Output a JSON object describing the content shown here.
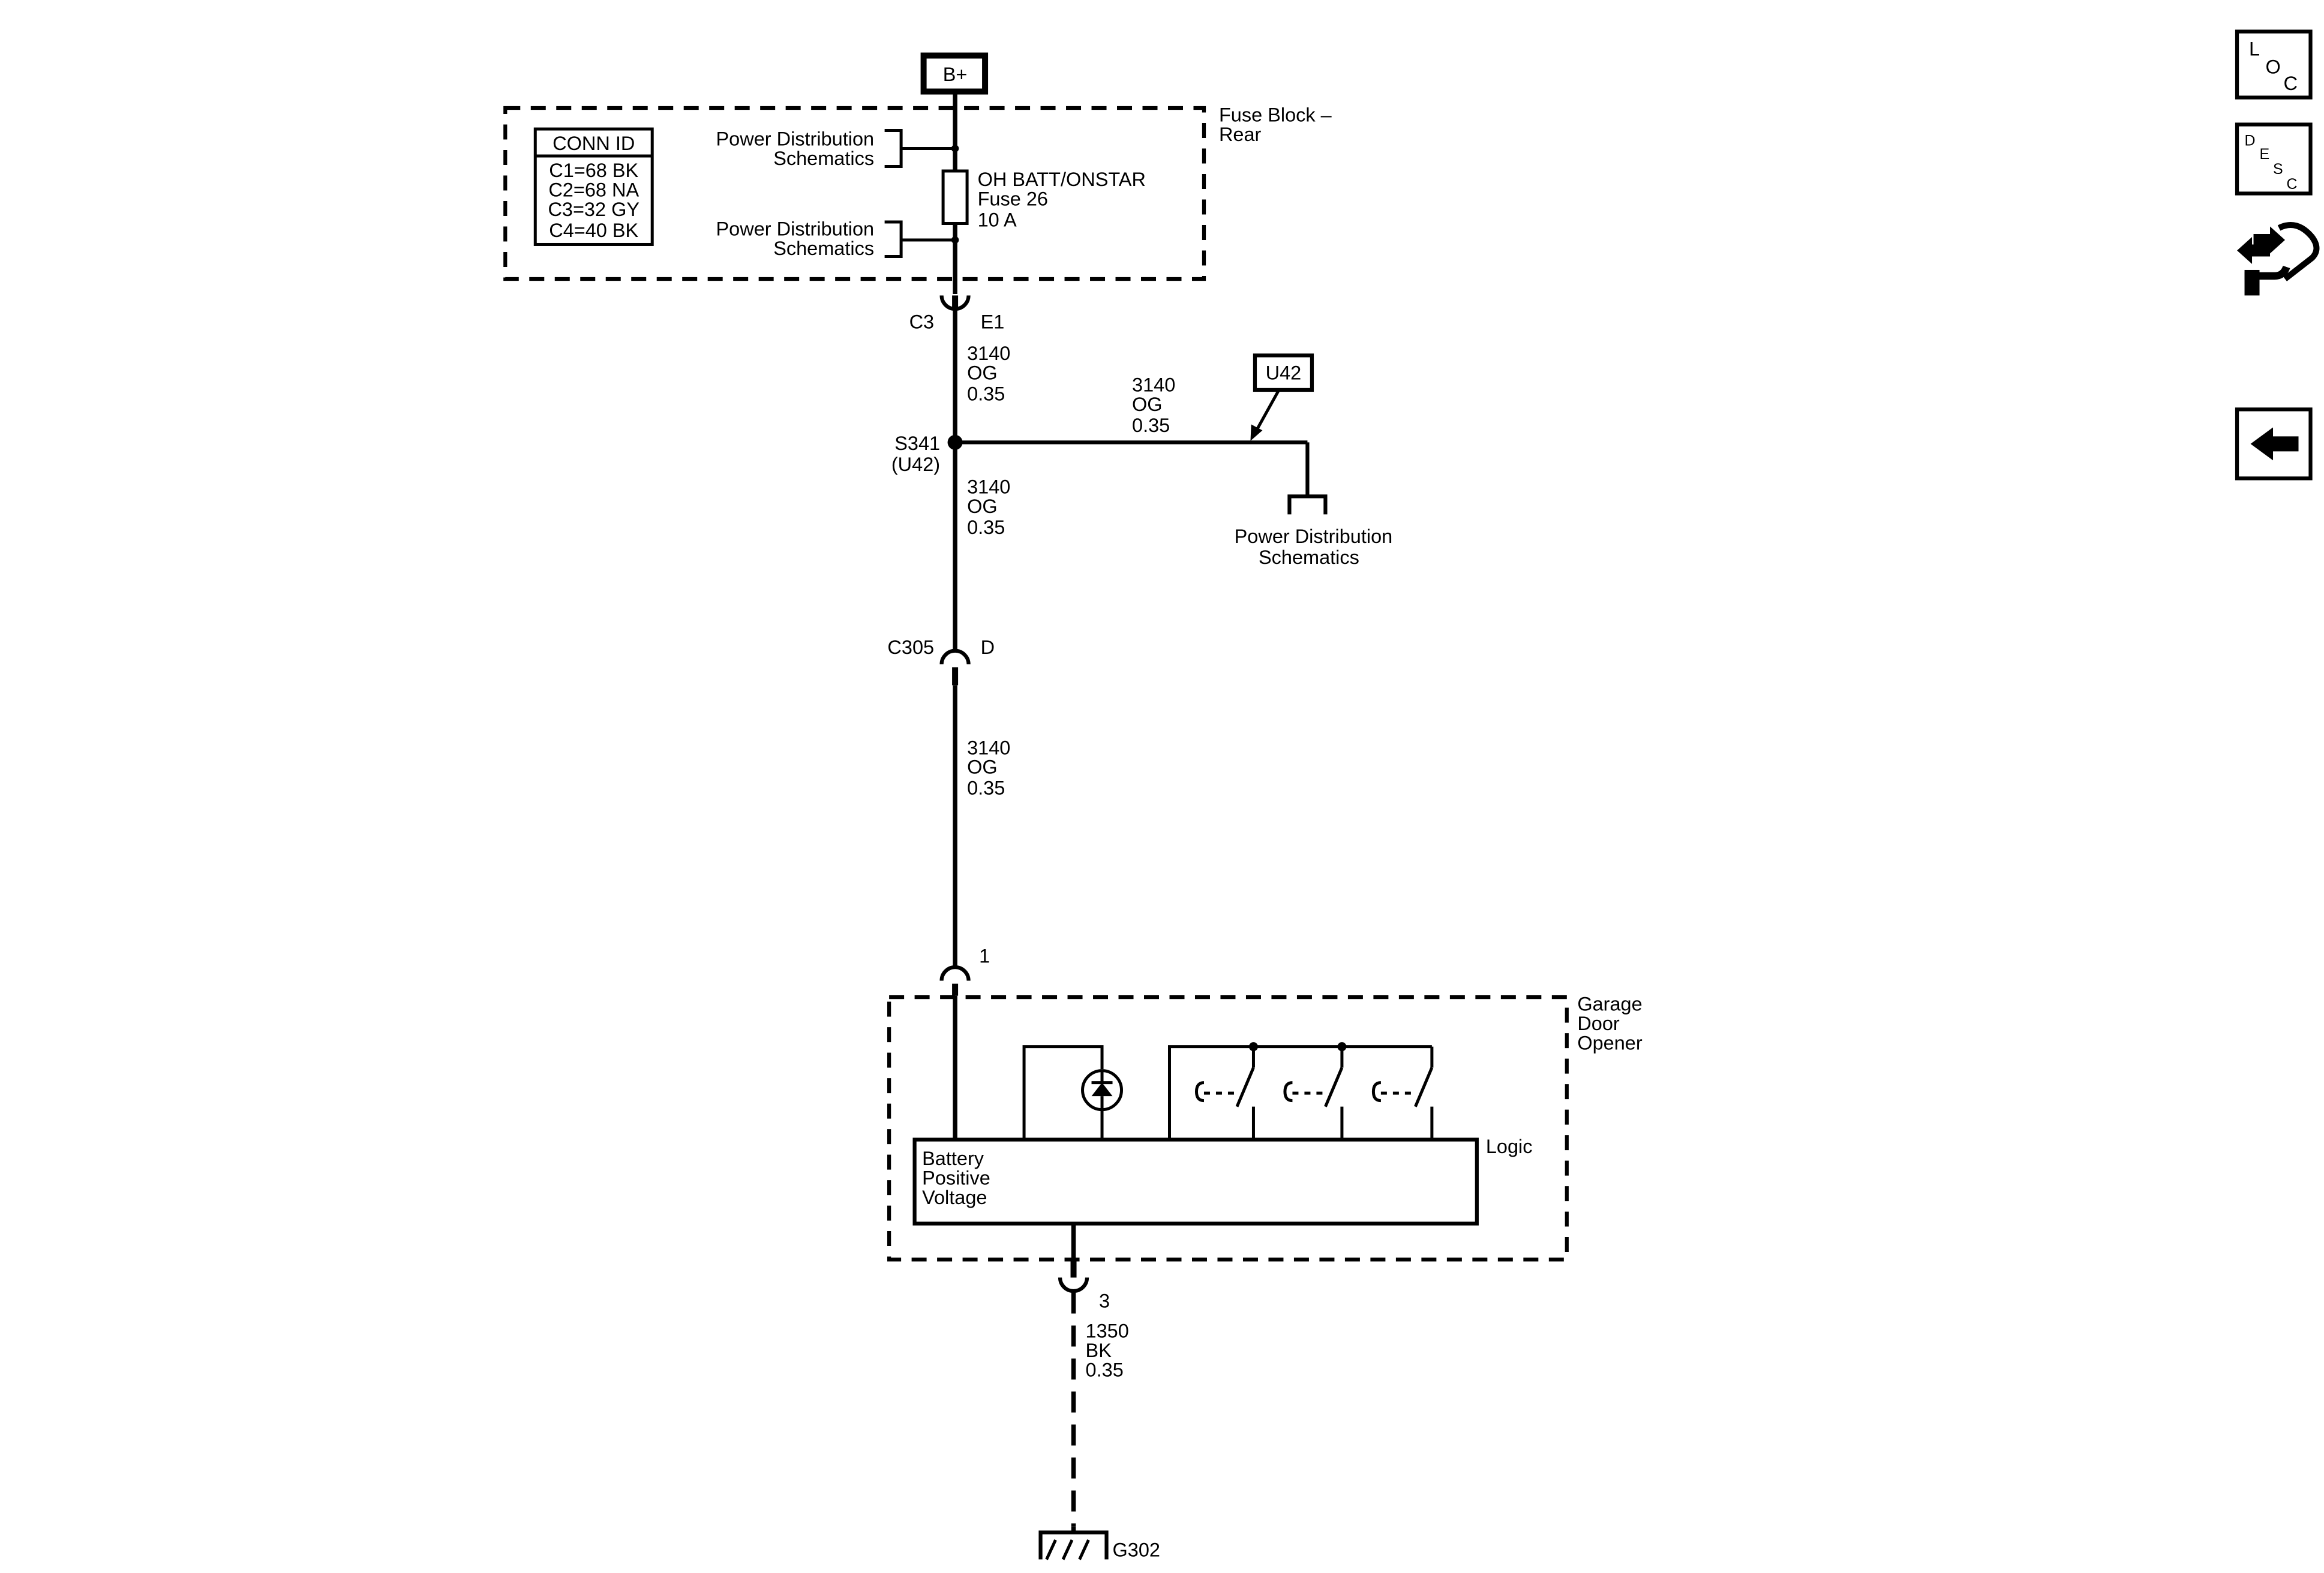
{
  "source": {
    "label": "B+"
  },
  "fuse_block": {
    "name": [
      "Fuse Block –",
      "Rear"
    ],
    "conn_id": {
      "header": "CONN ID",
      "rows": [
        "C1=68 BK",
        "C2=68 NA",
        "C3=32 GY",
        "C4=40 BK"
      ]
    },
    "power_dist_top": [
      "Power Distribution",
      "Schematics"
    ],
    "power_dist_bottom": [
      "Power Distribution",
      "Schematics"
    ],
    "fuse": [
      "OH BATT/ONSTAR",
      "Fuse 26",
      "10 A"
    ]
  },
  "connector_c3": {
    "name": "C3",
    "pin": "E1"
  },
  "wire_1": [
    "3140",
    "OG",
    "0.35"
  ],
  "splice": {
    "name": "S341",
    "option": "(U42)"
  },
  "wire_branch": [
    "3140",
    "OG",
    "0.35"
  ],
  "option_flag": "U42",
  "power_dist_branch": [
    "Power Distribution",
    "Schematics"
  ],
  "wire_2": [
    "3140",
    "OG",
    "0.35"
  ],
  "connector_c305": {
    "name": "C305",
    "pin": "D"
  },
  "wire_3": [
    "3140",
    "OG",
    "0.35"
  ],
  "gdo_pin_top": "1",
  "garage_door_opener": {
    "name": [
      "Garage",
      "Door",
      "Opener"
    ],
    "logic_label": "Logic",
    "input_label": [
      "Battery",
      "Positive",
      "Voltage"
    ]
  },
  "gdo_pin_bottom": "3",
  "ground_wire": [
    "1350",
    "BK",
    "0.35"
  ],
  "ground": {
    "name": "G302"
  },
  "toolbar": {
    "loc": {
      "l1": "L",
      "l2": "O",
      "l3": "C"
    },
    "desc": {
      "l1": "D",
      "l2": "E",
      "l3": "S",
      "l4": "C"
    }
  }
}
